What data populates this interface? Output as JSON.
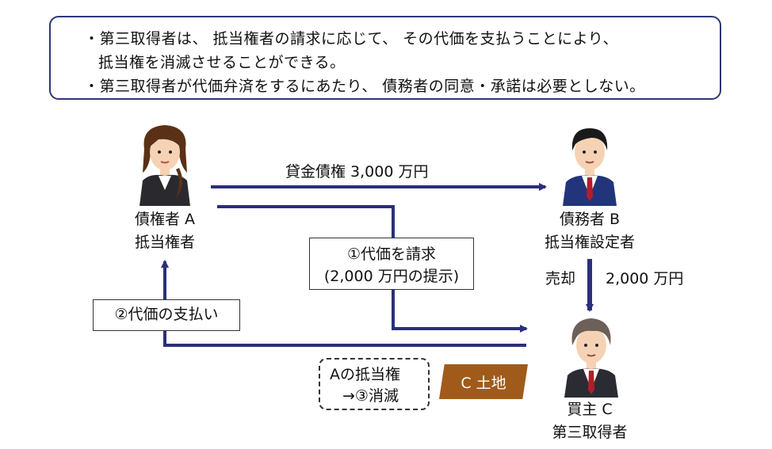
{
  "notes": [
    "・第三取得者は、 抵当権者の請求に応じて、 その代価を支払うことにより、",
    "抵当権を消滅させることができる。",
    "・第三取得者が代価弁済をするにあたり、 債務者の同意・承諾は必要としない。"
  ],
  "persons": {
    "a": {
      "line1": "債権者 A",
      "line2": "抵当権者"
    },
    "b": {
      "line1": "債務者 B",
      "line2": "抵当権設定者"
    },
    "c": {
      "line1": "買主 C",
      "line2": "第三取得者"
    }
  },
  "arrows": {
    "loan": "貸金債権 3,000 万円",
    "request_line1": "①代価を請求",
    "request_line2": "(2,000 万円の提示)",
    "payment": "②代価の支払い",
    "sale": "売却",
    "sale_amount": "2,000 万円"
  },
  "extinction": {
    "line1": "Aの抵当権",
    "line2": "→③消滅"
  },
  "land": "C 土地",
  "colors": {
    "arrow": "#2b2f7a",
    "land": "#a05b1b",
    "border": "#2d3677"
  }
}
